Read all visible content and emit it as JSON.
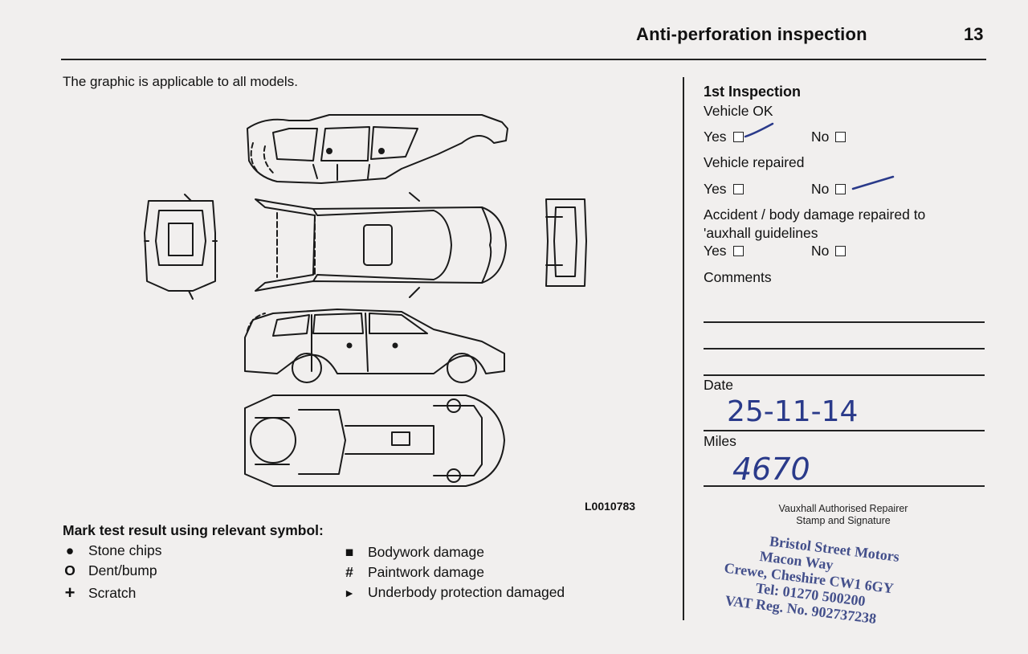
{
  "header": {
    "title": "Anti-perforation inspection",
    "page_number": "13"
  },
  "intro": "The graphic is applicable to all models.",
  "figure_code": "L0010783",
  "inspection": {
    "title": "1st Inspection",
    "questions": [
      {
        "label": "Vehicle OK",
        "yes": "Yes",
        "no": "No",
        "ticked": "yes"
      },
      {
        "label": "Vehicle repaired",
        "yes": "Yes",
        "no": "No",
        "ticked": "no"
      },
      {
        "label_line1": "Accident / body damage repaired to",
        "label_line2": "'auxhall guidelines",
        "yes": "Yes",
        "no": "No",
        "ticked": "none"
      }
    ],
    "comments_label": "Comments",
    "date_label": "Date",
    "date_value": "25-11-14",
    "miles_label": "Miles",
    "miles_value": "4670",
    "stamp_label_line1": "Vauxhall Authorised Repairer",
    "stamp_label_line2": "Stamp and Signature"
  },
  "stamp": {
    "line1": "Bristol Street Motors",
    "line2": "Macon Way",
    "line3": "Crewe, Cheshire CW1 6GY",
    "line4": "Tel: 01270 500200",
    "line5": "VAT Reg. No. 902737238"
  },
  "legend": {
    "title": "Mark test result using relevant symbol:",
    "items": [
      {
        "symbol": "●",
        "label": "Stone chips"
      },
      {
        "symbol": "O",
        "label": "Dent/bump"
      },
      {
        "symbol": "+",
        "label": "Scratch"
      },
      {
        "symbol": "■",
        "label": "Bodywork damage"
      },
      {
        "symbol": "#",
        "label": "Paintwork damage"
      },
      {
        "symbol": "►",
        "label": "Underbody protection damaged"
      }
    ]
  }
}
